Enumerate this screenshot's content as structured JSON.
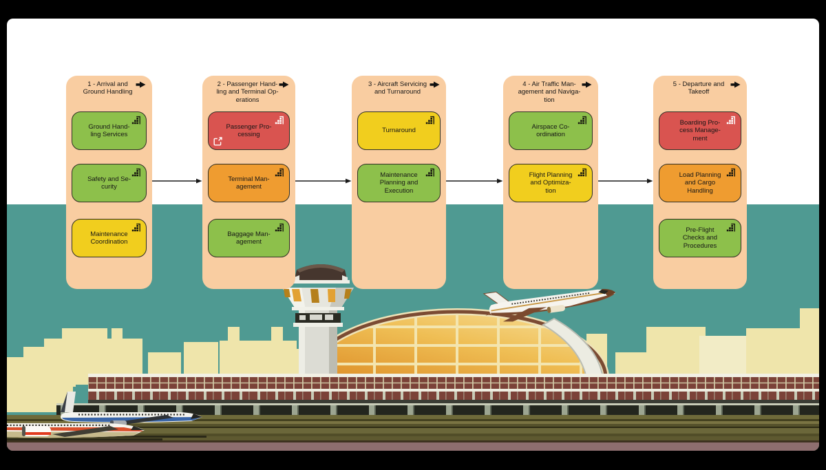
{
  "diagram": {
    "columns": [
      {
        "title": "1 - Arrival and\nGround Handling",
        "cards": [
          {
            "label": "Ground Hand-\nling Services",
            "type": "green"
          },
          {
            "label": "Safety and Se-\ncurity",
            "type": "green"
          },
          {
            "label": "Maintenance\nCoordination",
            "type": "yellow"
          }
        ]
      },
      {
        "title": "2 - Passenger Hand-\nling and Terminal Op-\nerations",
        "cards": [
          {
            "label": "Passenger Pro-\ncessing",
            "type": "red",
            "has_external_link": true
          },
          {
            "label": "Terminal Man-\nagement",
            "type": "orange"
          },
          {
            "label": "Baggage Man-\nagement",
            "type": "green"
          }
        ]
      },
      {
        "title": "3 - Aircraft Servicing\nand Turnaround",
        "cards": [
          {
            "label": "Turnaround",
            "type": "yellow"
          },
          {
            "label": "Maintenance\nPlanning and\nExecution",
            "type": "green"
          }
        ]
      },
      {
        "title": "4 - Air Traffic Man-\nagement and Naviga-\ntion",
        "cards": [
          {
            "label": "Airspace Co-\nordination",
            "type": "green"
          },
          {
            "label": "Flight Planning\nand Optimiza-\ntion",
            "type": "yellow"
          }
        ]
      },
      {
        "title": "5 - Departure and\nTakeoff",
        "cards": [
          {
            "label": "Boarding Pro-\ncess Manage-\nment",
            "type": "red"
          },
          {
            "label": "Load Planning\nand Cargo\nHandling",
            "type": "orange"
          },
          {
            "label": "Pre-Flight\nChecks and\nProcedures",
            "type": "green"
          }
        ]
      }
    ],
    "icons": {
      "panel_header": "process-arrow-icon",
      "card_corner": "building-steps-icon",
      "passenger_processing_extra": "external-link-icon"
    },
    "colors": {
      "panel": "#F9CDA1",
      "card_green": "#8DC04B",
      "card_yellow": "#F1CE1E",
      "card_orange": "#EF9C30",
      "card_red": "#D95450",
      "arrow": "#1A1A1A",
      "sky_teal": "#4F9A92",
      "skyline_cream": "#EFE5AB",
      "dome_gold": "#E9A63A",
      "terminal_brown": "#7B4238",
      "ground_olive": "#6B673A",
      "ground_mauve": "#8E6E6F"
    }
  }
}
